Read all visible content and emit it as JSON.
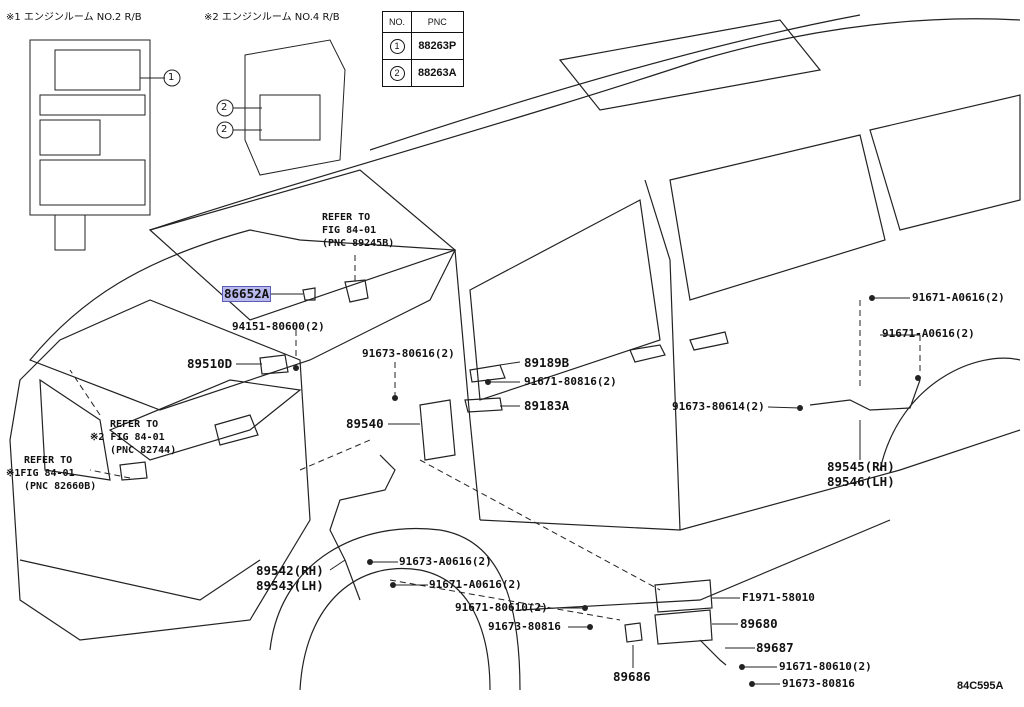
{
  "insets": {
    "box1_title": "※1 エンジンルーム  NO.2 R/B",
    "box2_title": "※2 エンジンルーム  NO.4 R/B",
    "callout1": "1",
    "callout2a": "2",
    "callout2b": "2"
  },
  "pnc_table": {
    "headers": [
      "NO.",
      "PNC"
    ],
    "rows": [
      {
        "no": "1",
        "pnc": "88263P"
      },
      {
        "no": "2",
        "pnc": "88263A"
      }
    ]
  },
  "refs": {
    "ref1": [
      "REFER TO",
      "FIG 84-01",
      "(PNC 89245B)"
    ],
    "ref2": [
      "REFER TO",
      "※2 FIG 84-01",
      "(PNC 82744)"
    ],
    "ref3": [
      "REFER TO",
      "※1FIG 84-01",
      "(PNC 82660B)"
    ]
  },
  "parts": {
    "p86652A": "86652A",
    "p94151": "94151-80600(2)",
    "p89510D": "89510D",
    "p91673_80616": "91673-80616(2)",
    "p89189B": "89189B",
    "p91671_80816": "91671-80816(2)",
    "p89183A": "89183A",
    "p89540": "89540",
    "p91671_A0616_top1": "91671-A0616(2)",
    "p91671_A0616_top2": "91671-A0616(2)",
    "p91673_80614": "91673-80614(2)",
    "p89545": "89545(RH)",
    "p89546": "89546(LH)",
    "p89542": "89542(RH)",
    "p89543": "89543(LH)",
    "p91673_A0616": "91673-A0616(2)",
    "p91671_A0616": "91671-A0616(2)",
    "pF1971": "F1971-58010",
    "p91671_80610_a": "91671-80610(2)",
    "p89680": "89680",
    "p91673_80816_a": "91673-80816",
    "p89687": "89687",
    "p89686": "89686",
    "p91671_80610_b": "91671-80610(2)",
    "p91673_80816_b": "91673-80816"
  },
  "figure_code": "84C595A"
}
